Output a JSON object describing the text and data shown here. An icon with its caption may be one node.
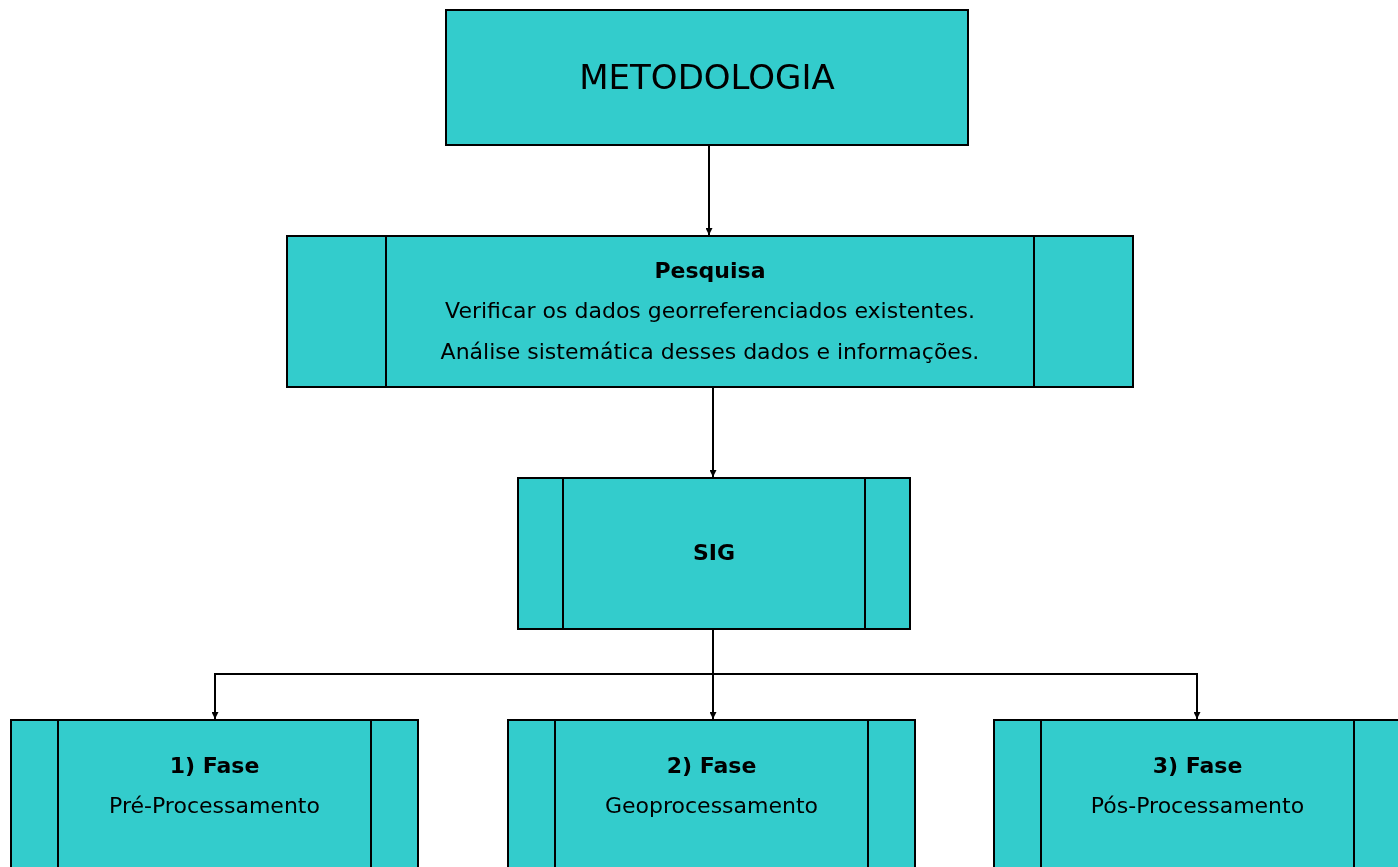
{
  "diagram": {
    "nodes": [
      {
        "text": [
          "METODOLOGIA"
        ]
      },
      {
        "text": [
          "Pesquisa",
          "Verificar os dados georreferenciados existentes.",
          "Análise sistemática desses dados e informações."
        ]
      },
      {
        "text": [
          "SIG"
        ]
      },
      {
        "text": [
          "1) Fase",
          "Pré-Processamento"
        ]
      },
      {
        "text": [
          "2) Fase",
          "Geoprocessamento"
        ]
      },
      {
        "text": [
          "3) Fase",
          "Pós-Processamento"
        ]
      }
    ],
    "edges": [
      {
        "from": 0,
        "to": 1,
        "arrow": "to"
      },
      {
        "from": 1,
        "to": 2,
        "arrow": "to"
      },
      {
        "from": 2,
        "to": 3,
        "arrow": "to"
      },
      {
        "from": 2,
        "to": 4,
        "arrow": "to"
      },
      {
        "from": 2,
        "to": 5,
        "arrow": "to"
      }
    ]
  }
}
